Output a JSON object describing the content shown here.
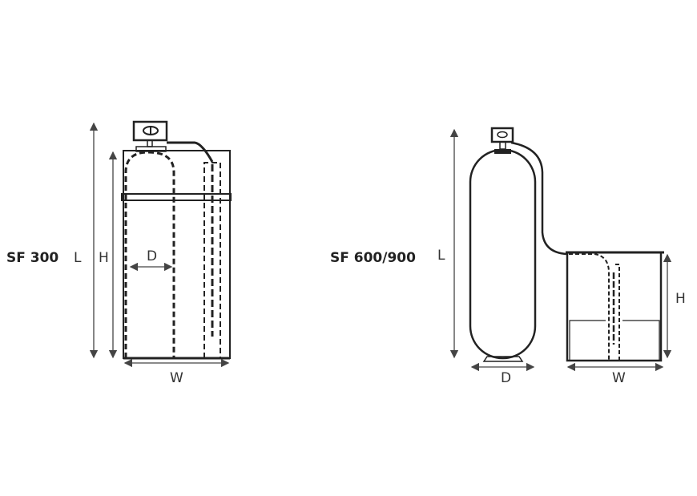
{
  "models": [
    {
      "title": "SF 300",
      "labels": {
        "length": "L",
        "height": "H",
        "diameter": "D",
        "width": "W"
      }
    },
    {
      "title": "SF 600/900",
      "labels": {
        "length": "L",
        "height": "H",
        "diameter": "D",
        "width": "W"
      }
    }
  ],
  "colors": {
    "line": "#222222",
    "background": "#ffffff"
  }
}
